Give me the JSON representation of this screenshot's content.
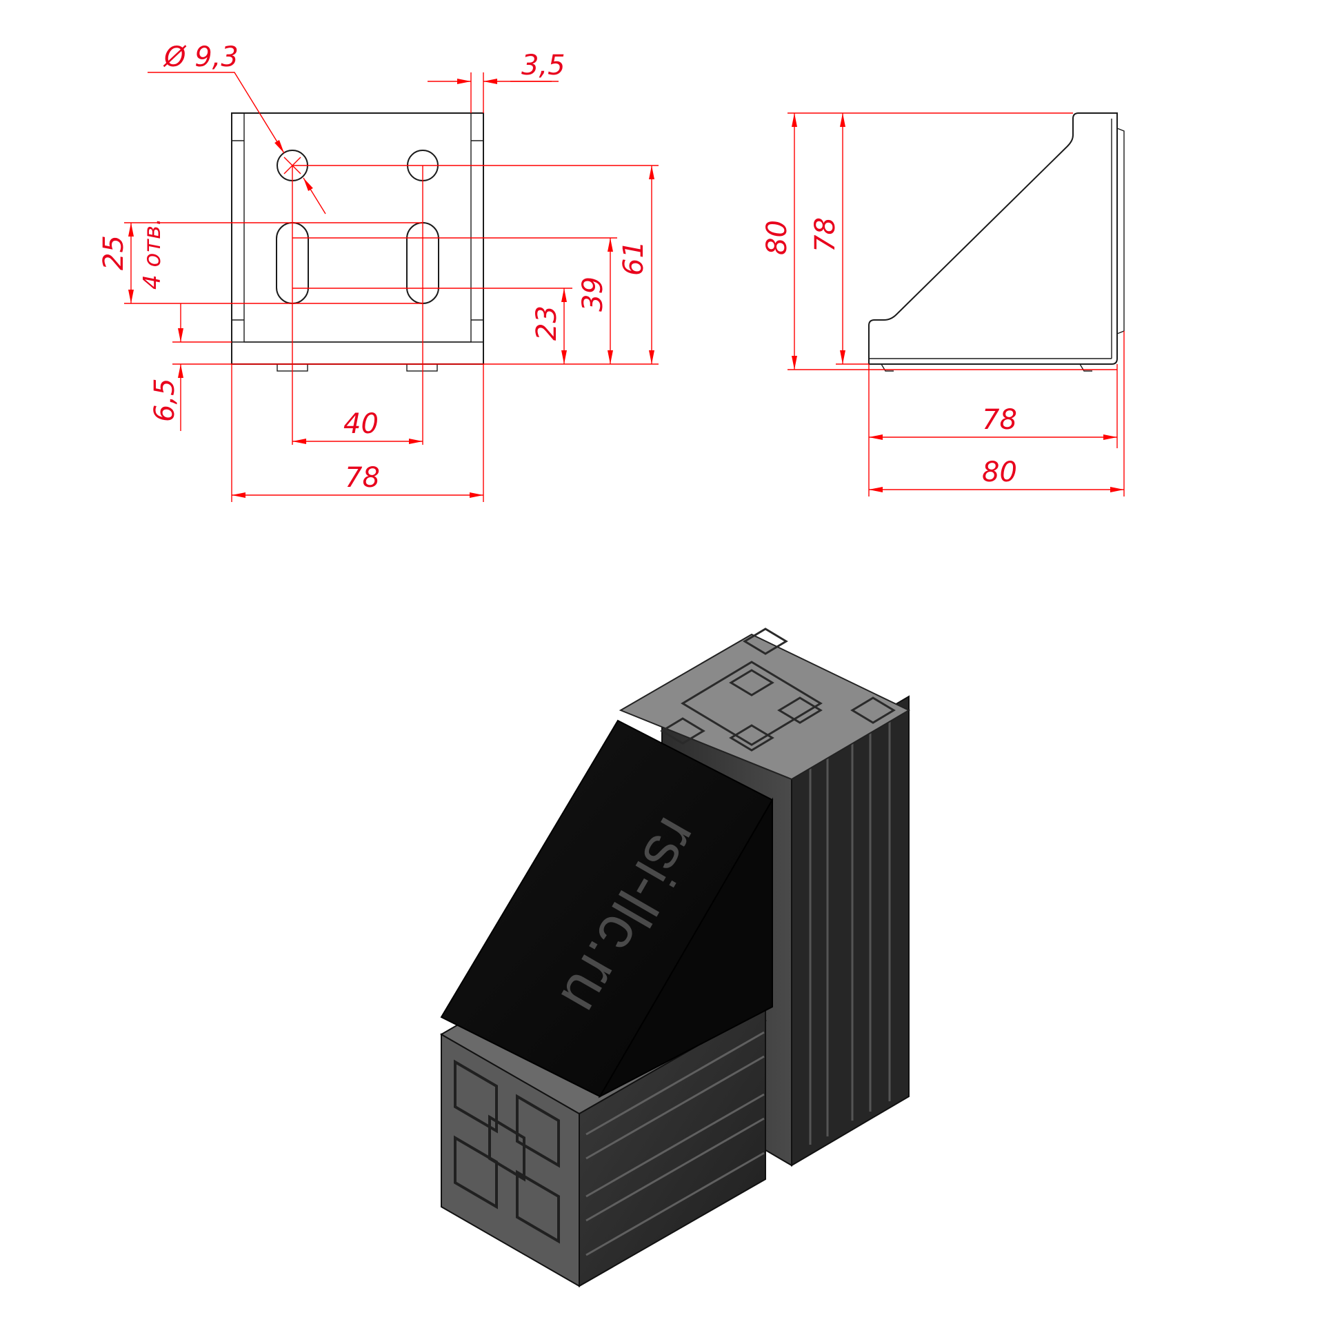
{
  "drawing": {
    "front_view": {
      "hole_diameter": "Ø 9,3",
      "flange_thickness": "3,5",
      "slot_length": "25",
      "slot_count": "4 отв.",
      "base_thickness": "6,5",
      "hole_spacing": "40",
      "width": "78",
      "dim_23": "23",
      "dim_39": "39",
      "dim_61": "61"
    },
    "side_view": {
      "height_outer": "80",
      "height_inner": "78",
      "length_inner": "78",
      "length_outer": "80"
    },
    "isometric_view": {
      "watermark": "rsi-llc.ru",
      "bracket_color": "#0a0a0a",
      "profile_color": "#3a3a3a"
    },
    "dimension_color": "#ff0000"
  }
}
